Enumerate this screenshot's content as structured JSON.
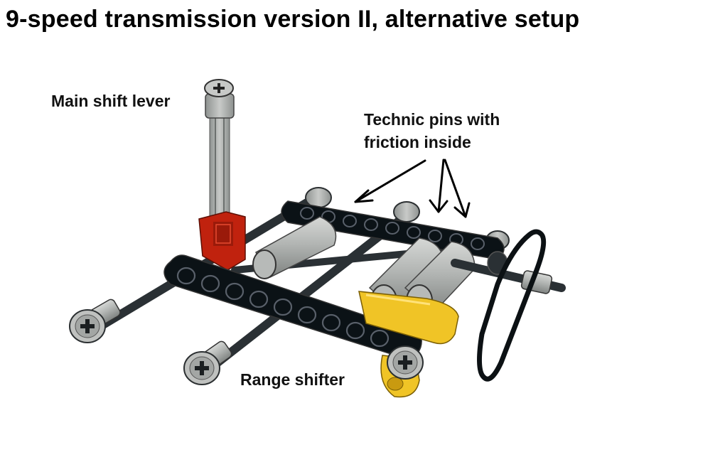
{
  "title": "9-speed transmission version II, alternative setup",
  "labels": {
    "main_shift_lever": "Main shift lever",
    "technic_pins_line1": "Technic pins with",
    "technic_pins_line2": "friction inside",
    "range_shifter": "Range shifter"
  },
  "colors": {
    "beam": "#0b1216",
    "axle": "#2a3034",
    "gray_part": "#a7aaa8",
    "shifter_red": "#c0220e",
    "range_yellow": "#f0c426",
    "annotation": "#000000"
  }
}
